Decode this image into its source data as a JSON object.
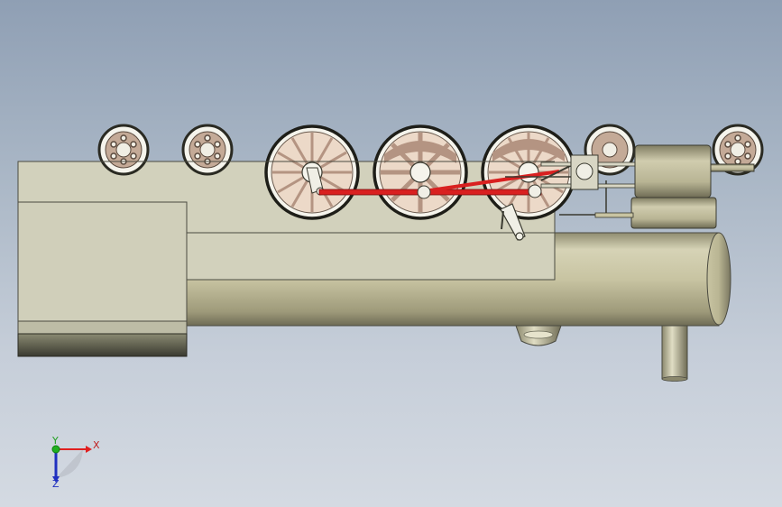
{
  "viewport": {
    "background_top": "#8f9fb4",
    "background_bottom": "#d4dae2"
  },
  "model": {
    "body_color": "#d2d1bc",
    "boiler_color": "#c9c6a5",
    "rod_color": "#d92020",
    "wheel_color": "#c4aa97"
  },
  "triad": {
    "x_label": "X",
    "y_label": "Y",
    "z_label": "Z",
    "x_color": "#e02020",
    "y_color": "#20b020",
    "z_color": "#2030c0"
  }
}
